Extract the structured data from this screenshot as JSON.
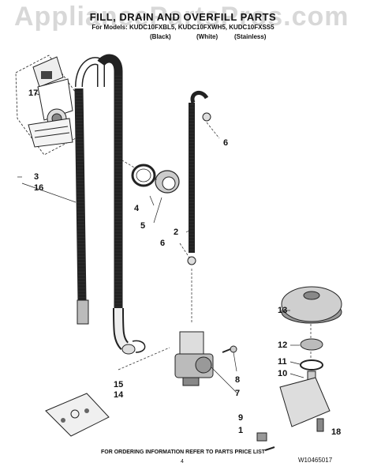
{
  "watermark": "AppliancePartsPros.com",
  "title": "FILL, DRAIN AND OVERFILL PARTS",
  "models": "For Models: KUDC10FXBL5, KUDC10FXWH5, KUDC10FXSS5",
  "variants": [
    "(Black)",
    "(White)",
    "(Stainless)"
  ],
  "callouts": {
    "n1": "1",
    "n2": "2",
    "n3": "3",
    "n4": "4",
    "n5": "5",
    "n6a": "6",
    "n6b": "6",
    "n7": "7",
    "n8": "8",
    "n9": "9",
    "n10": "10",
    "n11": "11",
    "n12": "12",
    "n13": "13",
    "n14": "14",
    "n15": "15",
    "n16": "16",
    "n17": "17",
    "n18": "18"
  },
  "footer": "FOR ORDERING INFORMATION REFER TO PARTS PRICE LIST",
  "page_number": "4",
  "document_number": "W10465017"
}
